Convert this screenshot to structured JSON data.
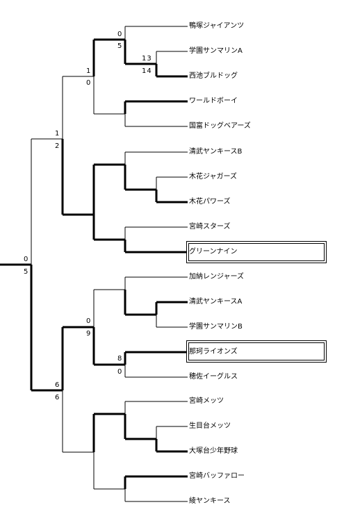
{
  "teams": [
    "鴨塚ジャイアンツ",
    "学園サンマリンA",
    "西池ブルドッグ",
    "ワールドボーイ",
    "国富ドッグベアーズ",
    "清武ヤンキースB",
    "木花ジャガーズ",
    "木花パワーズ",
    "宮崎スターズ",
    "グリーンナイン",
    "加納レンジャーズ",
    "清武ヤンキースA",
    "学園サンマリンB",
    "那珂ライオンズ",
    "穂佐イーグルス",
    "宮崎メッツ",
    "生目台メッツ",
    "大塚台少年野球",
    "宮崎バッファロー",
    "綾ヤンキース"
  ],
  "highlighted": [
    "グリーンナイン",
    "那珂ライオンズ"
  ],
  "scores": {
    "r1_west_top": "13",
    "r1_west_bottom": "14",
    "r2_kamo_top": "0",
    "r2_kamo_bottom": "5",
    "r3_top_top": "1",
    "r3_top_bottom": "0",
    "sf_top_top": "1",
    "sf_top_bottom": "2",
    "final_top": "0",
    "final_bottom": "5",
    "r2_naka_top": "0",
    "r2_naka_bottom": "9",
    "r1_naka_top": "8",
    "r1_naka_bottom": "0",
    "sf_bottom_top": "6",
    "sf_bottom_bottom": "6"
  }
}
